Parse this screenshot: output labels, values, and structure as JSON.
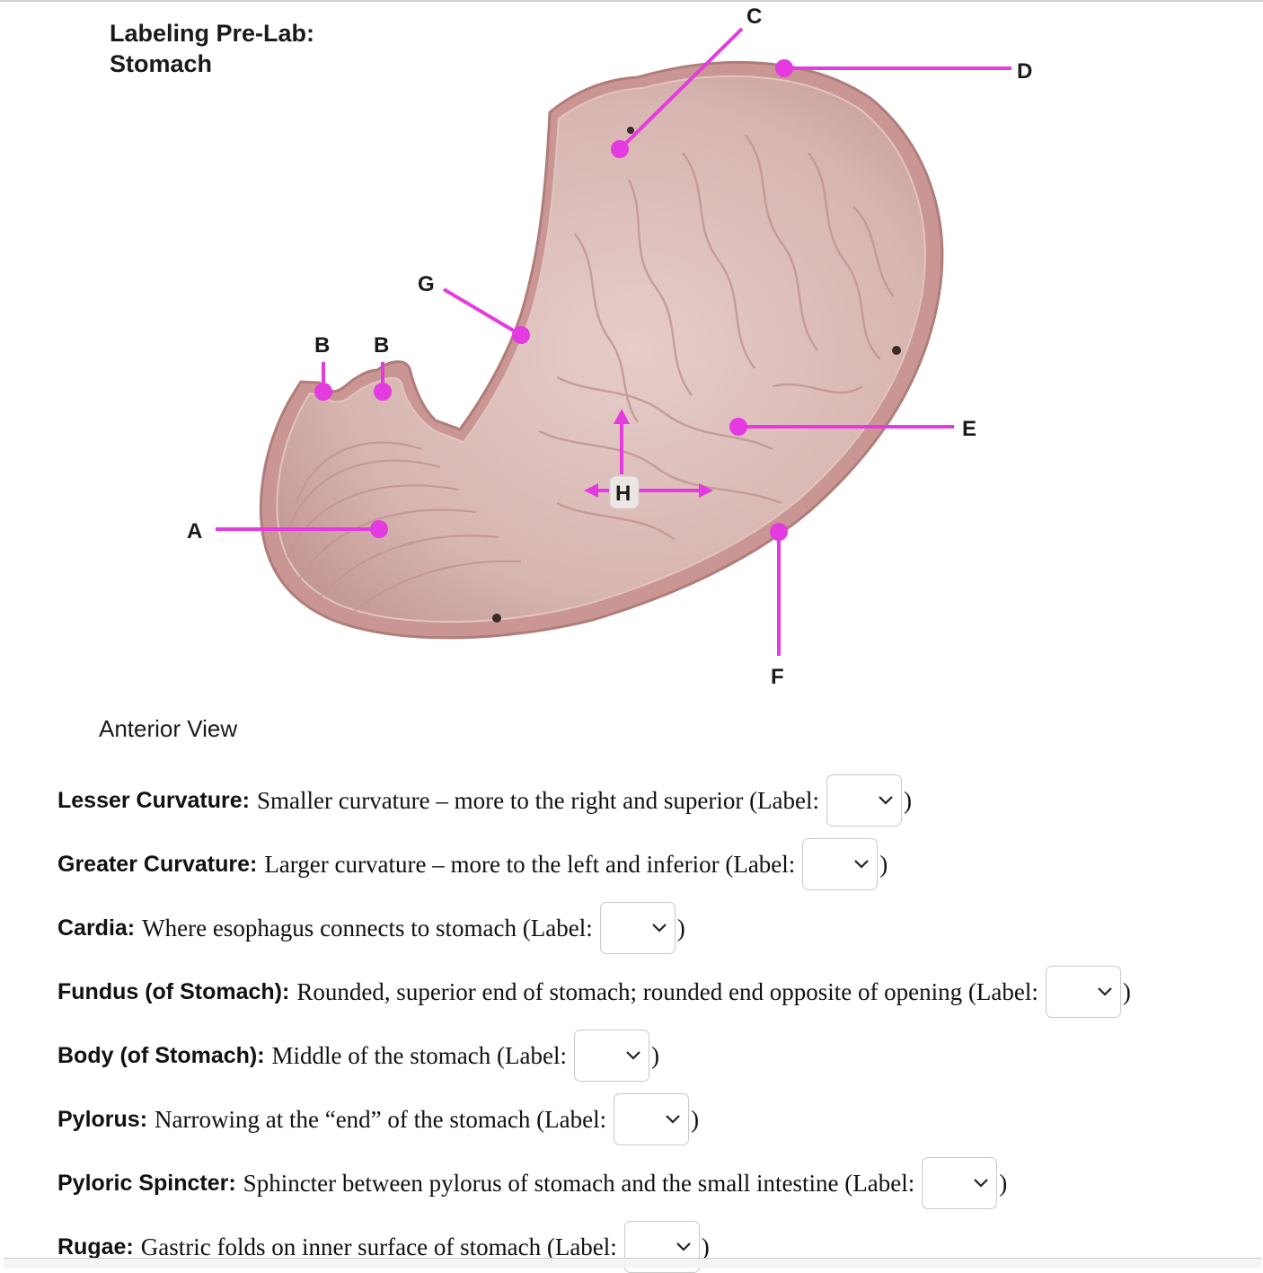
{
  "title": {
    "line1": "Labeling Pre-Lab:",
    "line2": "Stomach"
  },
  "diagram": {
    "labels": {
      "A": "A",
      "B1": "B",
      "B2": "B",
      "C": "C",
      "D": "D",
      "E": "E",
      "F": "F",
      "G": "G",
      "H": "H"
    },
    "pointer_color": "#e43be0",
    "tissue_color": "#d9b7b2"
  },
  "view_caption": "Anterior View",
  "questions": [
    {
      "term": "Lesser Curvature:",
      "desc": "Smaller curvature – more to the right and superior (Label:",
      "selected": "",
      "close": ")"
    },
    {
      "term": "Greater Curvature:",
      "desc": "Larger curvature – more to the left and inferior (Label:",
      "selected": "",
      "close": ")"
    },
    {
      "term": "Cardia:",
      "desc": "Where esophagus connects to stomach (Label:",
      "selected": "",
      "close": ")"
    },
    {
      "term": "Fundus (of Stomach):",
      "desc": "Rounded, superior end of stomach; rounded end opposite of opening (Label:",
      "selected": "",
      "close": ")"
    },
    {
      "term": "Body (of Stomach):",
      "desc": "Middle of the stomach (Label:",
      "selected": "",
      "close": ")"
    },
    {
      "term": "Pylorus:",
      "desc": "Narrowing at the “end” of the stomach (Label:",
      "selected": "",
      "close": ")"
    },
    {
      "term": "Pyloric Spincter:",
      "desc": "Sphincter between pylorus of stomach and the small intestine (Label:",
      "selected": "",
      "close": ")"
    },
    {
      "term": "Rugae:",
      "desc": "Gastric folds on inner surface of stomach (Label:",
      "selected": "",
      "close": ")"
    }
  ],
  "icons": {
    "dropdown": "chevron-down-icon"
  }
}
